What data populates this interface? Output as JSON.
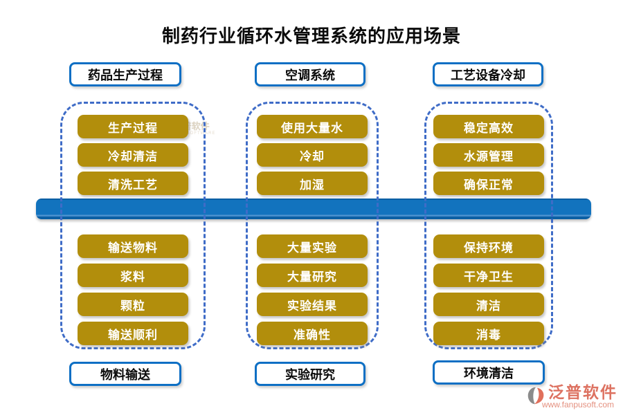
{
  "title": "制药行业循环水管理系统的应用场景",
  "columns": [
    {
      "top_label": "药品生产过程",
      "upper_items": [
        "生产过程",
        "冷却清洁",
        "清洗工艺"
      ],
      "lower_items": [
        "输送物料",
        "浆料",
        "颗粒",
        "输送顺利"
      ],
      "bottom_label": "物料输送"
    },
    {
      "top_label": "空调系统",
      "upper_items": [
        "使用大量水",
        "冷却",
        "加湿"
      ],
      "lower_items": [
        "大量实验",
        "大量研究",
        "实验结果",
        "准确性"
      ],
      "bottom_label": "实验研究"
    },
    {
      "top_label": "工艺设备冷却",
      "upper_items": [
        "稳定高效",
        "水源管理",
        "确保正常"
      ],
      "lower_items": [
        "保持环境",
        "干净卫生",
        "清洁",
        "消毒"
      ],
      "bottom_label": "环境清洁"
    }
  ],
  "watermark": {
    "text": "泛普软件",
    "subtext": "FANPU SOFTWARE"
  },
  "logo": {
    "name": "泛普软件",
    "url": "www.fanpusoft.com"
  },
  "colors": {
    "gold": "#B28E0C",
    "bar_blue": "#1273BE",
    "header_border": "#0D6FC4",
    "dashed_border": "#3F6CC7",
    "logo_red": "#DD7261"
  }
}
